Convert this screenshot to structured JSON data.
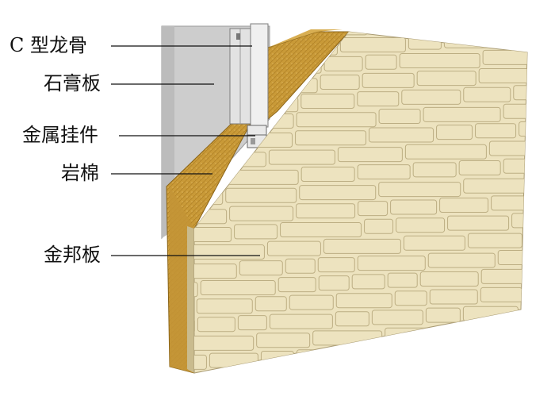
{
  "labels": {
    "c_channel": "C 型龙骨",
    "gypsum_board": "石膏板",
    "metal_hanger": "金属挂件",
    "rock_wool": "岩棉",
    "jinbang_panel": "金邦板"
  },
  "colors": {
    "panel_face": "#ede3bf",
    "panel_edge": "#d7c99d",
    "panel_gap": "#bcae83",
    "rock_wool": "#c99a38",
    "rock_wool_dark": "#a8791f",
    "gypsum": "#cfcfcf",
    "metal": "#e6e6e6"
  }
}
